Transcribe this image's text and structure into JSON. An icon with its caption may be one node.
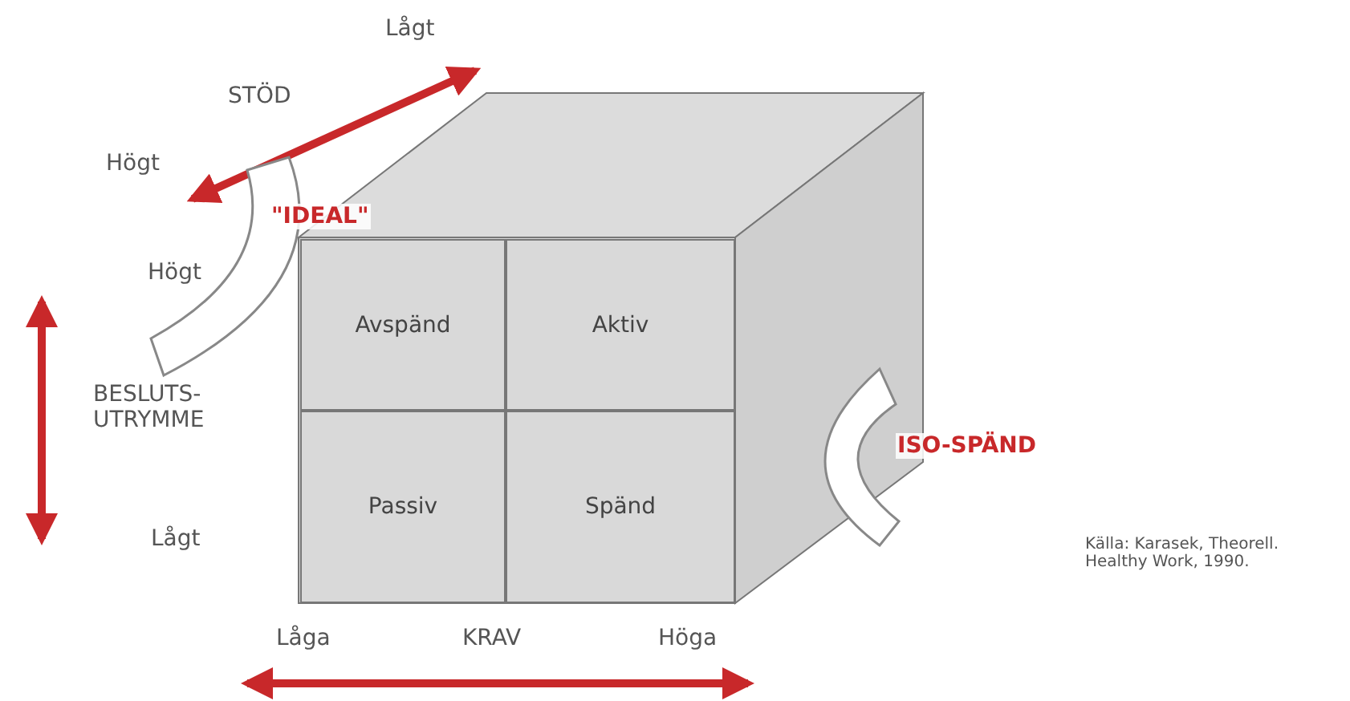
{
  "diagram": {
    "nodes": [
      {
        "text": [
          "\"IDEAL\""
        ]
      },
      {
        "text": [
          "Avspänd"
        ]
      },
      {
        "text": [
          "Aktiv"
        ]
      },
      {
        "text": [
          "Passiv"
        ]
      },
      {
        "text": [
          "Spänd"
        ]
      },
      {
        "text": [
          "ISO-SPÄND"
        ]
      }
    ],
    "labels": [
      "Lågt",
      "STÖD",
      "Högt",
      "Högt",
      "BESLUTS- UTRYMME",
      "Lågt",
      "Källa: Karasek, Theorell. Healthy Work, 1990.",
      "Låga",
      "KRAV",
      "Höga"
    ]
  }
}
